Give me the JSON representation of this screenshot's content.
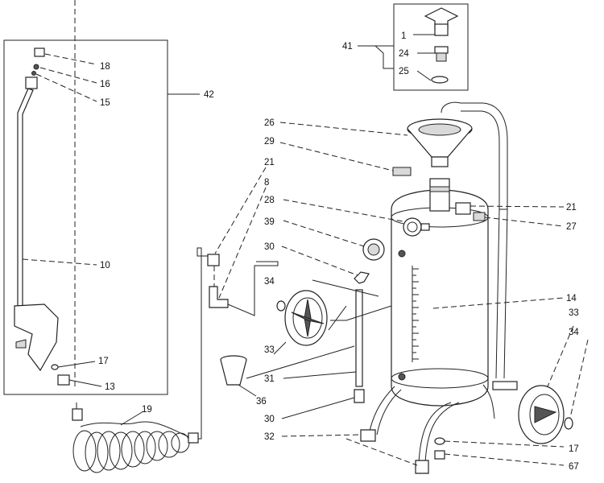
{
  "diagram": {
    "callouts": {
      "c41": "41",
      "c1": "1",
      "c24": "24",
      "c25": "25",
      "c42": "42",
      "c18": "18",
      "c16": "16",
      "c15": "15",
      "c10": "10",
      "c17a": "17",
      "c13": "13",
      "c19": "19",
      "c26": "26",
      "c29": "29",
      "c21a": "21",
      "c8": "8",
      "c28": "28",
      "c39": "39",
      "c30a": "30",
      "c34a": "34",
      "c33a": "33",
      "c31": "31",
      "c36": "36",
      "c30b": "30",
      "c32": "32",
      "c21b": "21",
      "c27": "27",
      "c14": "14",
      "c33b": "33",
      "c34b": "34",
      "c17b": "17",
      "c67": "67"
    }
  }
}
